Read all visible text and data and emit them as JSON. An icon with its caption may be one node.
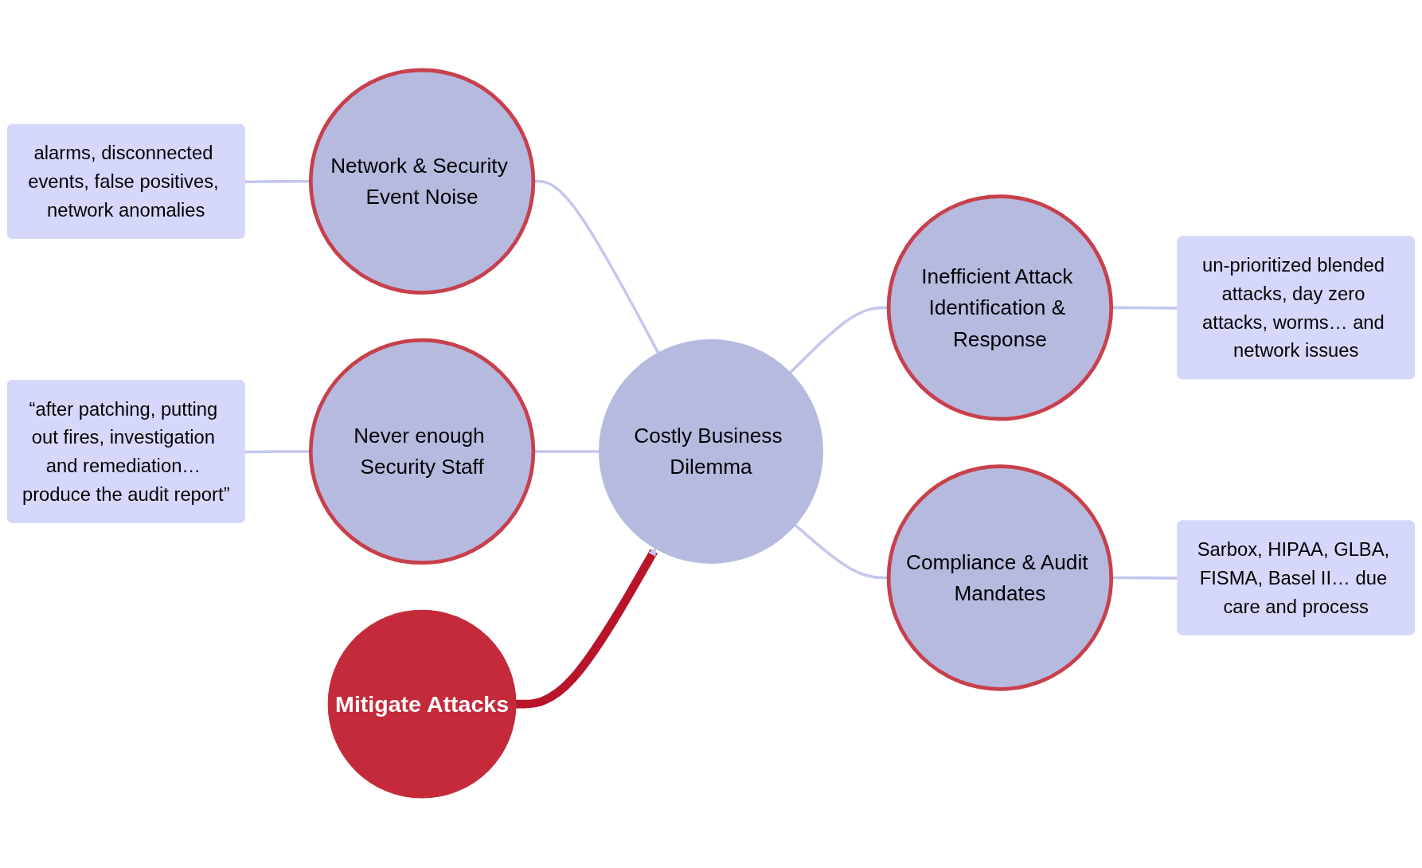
{
  "diagram": {
    "nodes": [
      {
        "text": [
          "Network & Security Event Noise"
        ]
      },
      {
        "text": [
          "alarms, disconnected events, false positives, network anomalies"
        ]
      },
      {
        "text": [
          "“after patching, putting out fires, investigation and remediation… produce the audit report”"
        ]
      },
      {
        "text": [
          "Never enough Security Staff"
        ]
      },
      {
        "text": [
          "Costly Business Dilemma"
        ]
      },
      {
        "text": [
          "Inefficient Attack Identification & Response"
        ]
      },
      {
        "text": [
          "Mitigate Attacks"
        ]
      },
      {
        "text": [
          "Sarbox, HIPAA, GLBA, FISMA, Basel II… due care and process"
        ]
      },
      {
        "text": [
          "Compliance & Audit Mandates"
        ]
      },
      {
        "text": [
          "un-prioritized blended attacks, day zero attacks, worms… and network issues"
        ]
      }
    ],
    "edges": [
      {
        "from": 1,
        "to": 0,
        "arrow": "none"
      },
      {
        "from": 2,
        "to": 3,
        "arrow": "none"
      },
      {
        "from": 0,
        "to": 4,
        "arrow": "none"
      },
      {
        "from": 3,
        "to": 4,
        "arrow": "none"
      },
      {
        "from": 4,
        "to": 5,
        "arrow": "none"
      },
      {
        "from": 6,
        "to": 4,
        "arrow": "to",
        "style": "thick",
        "color": "#b8142a"
      },
      {
        "from": 4,
        "to": 8,
        "arrow": "none"
      },
      {
        "from": 8,
        "to": 7,
        "arrow": "none"
      },
      {
        "from": 5,
        "to": 9,
        "arrow": "none"
      }
    ]
  }
}
